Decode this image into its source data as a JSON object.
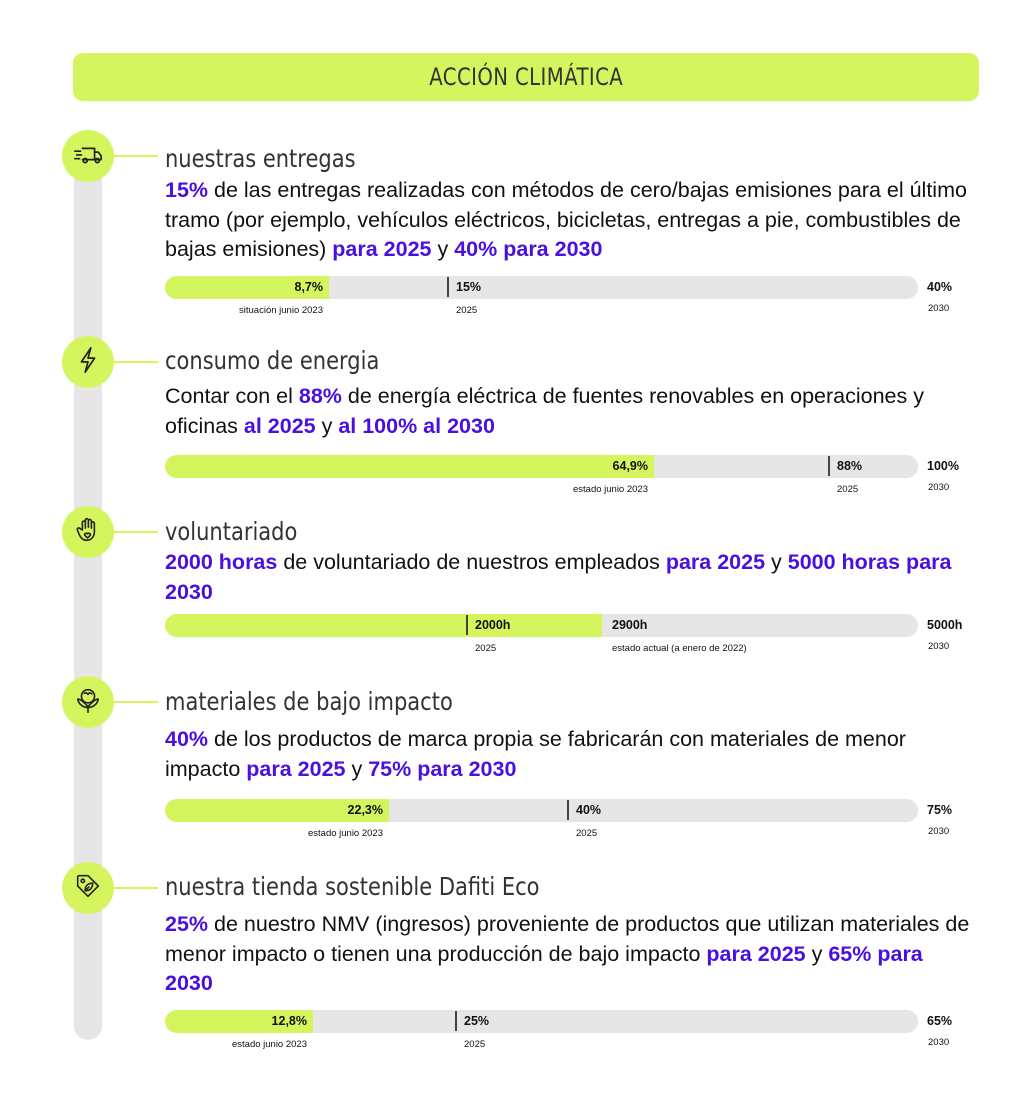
{
  "title": "ACCIÓN CLIMÁTICA",
  "colors": {
    "accent": "#d5f55e",
    "highlight": "#4a10e0",
    "track": "#e6e6e6"
  },
  "sections": [
    {
      "icon": "delivery-truck-icon",
      "title": "nuestras entregas",
      "desc": [
        {
          "t": "15%",
          "h": true
        },
        {
          "t": " de las entregas realizadas con métodos de cero/bajas emisiones para el último tramo (por ejemplo, vehículos eléctricos, bicicletas, entregas a pie, combustibles de bajas emisiones) "
        },
        {
          "t": "para 2025",
          "h": true
        },
        {
          "t": " y "
        },
        {
          "t": "40% para 2030",
          "h": true
        }
      ],
      "current": {
        "value": 8.7,
        "label": "8,7%",
        "caption": "situación junio 2023"
      },
      "target_2025": {
        "value": 15,
        "label": "15%",
        "caption": "2025"
      },
      "target_2030": {
        "value": 40,
        "label": "40%",
        "caption": "2030"
      }
    },
    {
      "icon": "lightning-bolt-icon",
      "title": "consumo de energia",
      "desc": [
        {
          "t": "Contar con el "
        },
        {
          "t": "88%",
          "h": true
        },
        {
          "t": " de energía eléctrica de fuentes renovables en operaciones y oficinas "
        },
        {
          "t": "al 2025",
          "h": true
        },
        {
          "t": " y "
        },
        {
          "t": "al 100% al 2030",
          "h": true
        }
      ],
      "current": {
        "value": 64.9,
        "label": "64,9%",
        "caption": "estado junio 2023"
      },
      "target_2025": {
        "value": 88,
        "label": "88%",
        "caption": "2025"
      },
      "target_2030": {
        "value": 100,
        "label": "100%",
        "caption": "2030"
      }
    },
    {
      "icon": "hand-heart-icon",
      "title": "voluntariado",
      "desc": [
        {
          "t": "2000 horas",
          "h": true
        },
        {
          "t": " de voluntariado de nuestros empleados "
        },
        {
          "t": "para 2025",
          "h": true
        },
        {
          "t": " y "
        },
        {
          "t": "5000 horas para 2030",
          "h": true
        }
      ],
      "current": {
        "value": 2900,
        "label": "2900h",
        "caption": "estado actual (a enero de 2022)"
      },
      "target_2025": {
        "value": 2000,
        "label": "2000h",
        "caption": "2025"
      },
      "target_2030": {
        "value": 5000,
        "label": "5000h",
        "caption": "2030"
      }
    },
    {
      "icon": "cotton-plant-icon",
      "title": "materiales de bajo impacto",
      "desc": [
        {
          "t": "40%",
          "h": true
        },
        {
          "t": " de los productos de marca propia se fabricarán con materiales de menor impacto "
        },
        {
          "t": "para 2025",
          "h": true
        },
        {
          "t": " y "
        },
        {
          "t": "75% para 2030",
          "h": true
        }
      ],
      "current": {
        "value": 22.3,
        "label": "22,3%",
        "caption": "estado junio 2023"
      },
      "target_2025": {
        "value": 40,
        "label": "40%",
        "caption": "2025"
      },
      "target_2030": {
        "value": 75,
        "label": "75%",
        "caption": "2030"
      }
    },
    {
      "icon": "eco-tag-icon",
      "title": "nuestra tienda sostenible Dafiti Eco",
      "desc": [
        {
          "t": "25%",
          "h": true
        },
        {
          "t": " de nuestro NMV (ingresos) proveniente de productos que utilizan materiales de menor impacto o tienen una producción de bajo impacto "
        },
        {
          "t": "para 2025",
          "h": true
        },
        {
          "t": " y "
        },
        {
          "t": "65% para 2030",
          "h": true
        }
      ],
      "current": {
        "value": 12.8,
        "label": "12,8%",
        "caption": "estado junio 2023"
      },
      "target_2025": {
        "value": 25,
        "label": "25%",
        "caption": "2025"
      },
      "target_2030": {
        "value": 65,
        "label": "65%",
        "caption": "2030"
      }
    }
  ]
}
